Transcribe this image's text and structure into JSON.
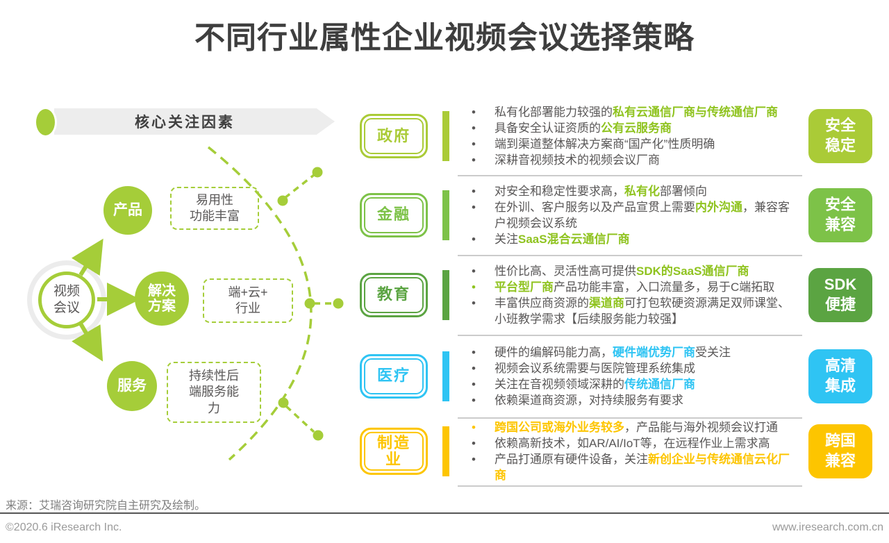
{
  "title": "不同行业属性企业视频会议选择策略",
  "colors": {
    "diagram_green": "#a5cd39",
    "highlight_green": "#8fc31f",
    "cyan": "#2fc4f3",
    "yellow": "#fdc500",
    "text_gray": "#595757",
    "banner_gray": "#ededed"
  },
  "left_diagram": {
    "banner_label": "核心关注因素",
    "hub_label": "视频\n会议",
    "branches": [
      {
        "label": "产品",
        "note": "易用性\n功能丰富"
      },
      {
        "label": "解决\n方案",
        "note": "端+云+\n行业"
      },
      {
        "label": "服务",
        "note": "持续性后\n端服务能\n力"
      }
    ]
  },
  "rows": [
    {
      "industry": "政府",
      "color": "#aacb37",
      "highlight": "#8fc31f",
      "badge": "安全\n稳定",
      "bullets": [
        {
          "segments": [
            {
              "t": "私有化部署能力较强的"
            },
            {
              "t": "私有云通信厂商与传统通信厂商",
              "h": true
            }
          ]
        },
        {
          "segments": [
            {
              "t": "具备安全认证资质的"
            },
            {
              "t": "公有云服务商",
              "h": true
            }
          ]
        },
        {
          "segments": [
            {
              "t": "端到渠道整体解决方案商“国产化”性质明确"
            }
          ]
        },
        {
          "segments": [
            {
              "t": "深耕音视频技术的视频会议厂商"
            }
          ]
        }
      ]
    },
    {
      "industry": "金融",
      "color": "#7dc248",
      "highlight": "#8fc31f",
      "badge": "安全\n兼容",
      "bullets": [
        {
          "segments": [
            {
              "t": "对安全和稳定性要求高，"
            },
            {
              "t": "私有化",
              "h": true
            },
            {
              "t": "部署倾向"
            }
          ]
        },
        {
          "segments": [
            {
              "t": "在外训、客户服务以及产品宣贯上需要"
            },
            {
              "t": "内外沟通",
              "h": true
            },
            {
              "t": "，兼容客户视频会议系统"
            }
          ]
        },
        {
          "segments": [
            {
              "t": "关注"
            },
            {
              "t": "SaaS混合云通信厂商",
              "h": true
            }
          ]
        }
      ]
    },
    {
      "industry": "教育",
      "color": "#5ba442",
      "highlight": "#8fc31f",
      "badge": "SDK\n便捷",
      "bullets": [
        {
          "segments": [
            {
              "t": "性价比高、灵活性高可提供"
            },
            {
              "t": "SDK的SaaS通信厂商",
              "h": true
            }
          ]
        },
        {
          "marker": "highlight",
          "segments": [
            {
              "t": "平台型厂商",
              "h": true
            },
            {
              "t": "产品功能丰富，入口流量多，易于C端拓取"
            }
          ]
        },
        {
          "segments": [
            {
              "t": "丰富供应商资源的"
            },
            {
              "t": "渠道商",
              "h": true
            },
            {
              "t": "可打包软硬资源满足双师课堂、小班教学需求【后续服务能力较强】"
            }
          ]
        }
      ]
    },
    {
      "industry": "医疗",
      "color": "#2fc4f3",
      "highlight": "#2fc4f3",
      "badge": "高清\n集成",
      "bullets": [
        {
          "segments": [
            {
              "t": "硬件的编解码能力高，"
            },
            {
              "t": "硬件端优势厂商",
              "h": true
            },
            {
              "t": "受关注"
            }
          ]
        },
        {
          "segments": [
            {
              "t": "视频会议系统需要与医院管理系统集成"
            }
          ]
        },
        {
          "segments": [
            {
              "t": "关注在音视频领域深耕的"
            },
            {
              "t": "传统通信厂商",
              "h": true
            }
          ]
        },
        {
          "segments": [
            {
              "t": "依赖渠道商资源，对持续服务有要求"
            }
          ]
        }
      ]
    },
    {
      "industry": "制造\n业",
      "color": "#fdc500",
      "highlight": "#fdc500",
      "badge": "跨国\n兼容",
      "bullets": [
        {
          "marker": "highlight",
          "segments": [
            {
              "t": "跨国公司或海外业务较多",
              "h": true
            },
            {
              "t": "，产品能与海外视频会议打通"
            }
          ]
        },
        {
          "segments": [
            {
              "t": "依赖高新技术，如AR/AI/IoT等，在远程作业上需求高"
            }
          ]
        },
        {
          "segments": [
            {
              "t": "产品打通原有硬件设备，关注"
            },
            {
              "t": "新创企业与传统通信云化厂商",
              "h": true
            }
          ]
        }
      ]
    }
  ],
  "footer": {
    "source": "来源：艾瑞咨询研究院自主研究及绘制。",
    "copyright": "©2020.6 iResearch Inc.",
    "website": "www.iresearch.com.cn"
  }
}
